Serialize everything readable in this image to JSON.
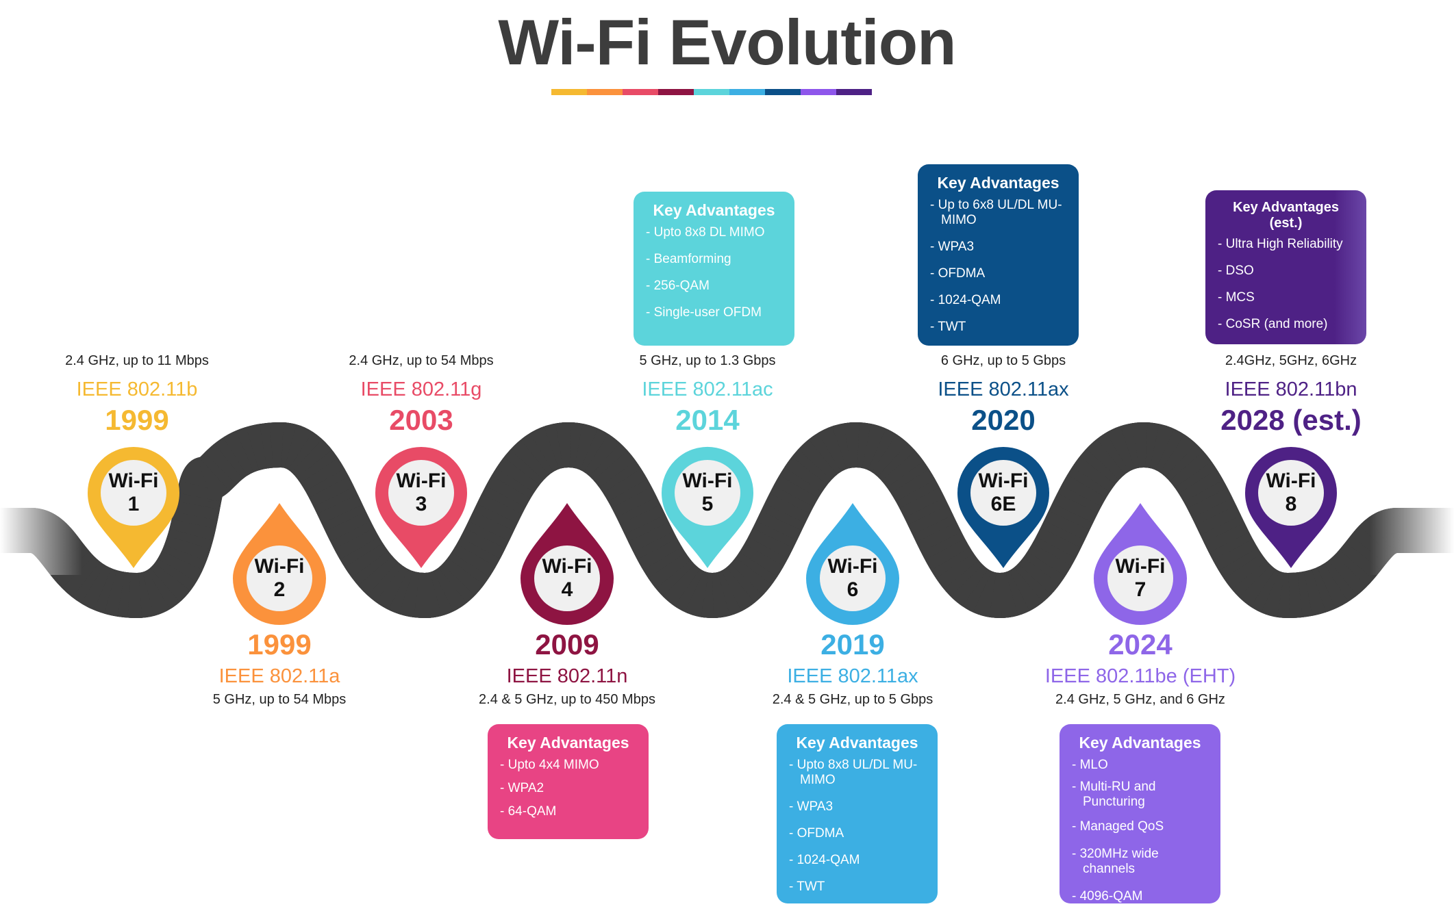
{
  "title": "Wi-Fi Evolution",
  "color_bar": [
    "#F5B931",
    "#FB923C",
    "#E84B66",
    "#8E1442",
    "#5CD4DB",
    "#3CAFE3",
    "#0B5088",
    "#8E56EB",
    "#4E2185"
  ],
  "generations": [
    {
      "pin_line1": "Wi-Fi",
      "pin_line2": "1",
      "year": "1999",
      "ieee": "IEEE 802.11b",
      "spec": "2.4 GHz, up to 11 Mbps",
      "color": "#F5B931",
      "position": "top"
    },
    {
      "pin_line1": "Wi-Fi",
      "pin_line2": "2",
      "year": "1999",
      "ieee": "IEEE 802.11a",
      "spec": "5 GHz, up to 54 Mbps",
      "color": "#FB923C",
      "position": "bottom"
    },
    {
      "pin_line1": "Wi-Fi",
      "pin_line2": "3",
      "year": "2003",
      "ieee": "IEEE 802.11g",
      "spec": "2.4 GHz, up to 54 Mbps",
      "color": "#E84B66",
      "position": "top"
    },
    {
      "pin_line1": "Wi-Fi",
      "pin_line2": "4",
      "year": "2009",
      "ieee": "IEEE 802.11n",
      "spec": "2.4 & 5 GHz, up to 450 Mbps",
      "color": "#8E1442",
      "position": "bottom",
      "card": {
        "title": "Key Advantages",
        "color": "#E84484",
        "items": [
          "Upto 4x4 MIMO",
          "WPA2",
          "64-QAM"
        ]
      }
    },
    {
      "pin_line1": "Wi-Fi",
      "pin_line2": "5",
      "year": "2014",
      "ieee": "IEEE 802.11ac",
      "spec": "5 GHz, up to 1.3 Gbps",
      "color": "#5CD4DB",
      "position": "top",
      "card": {
        "title": "Key Advantages",
        "color": "#5CD4DB",
        "items": [
          "Upto 8x8 DL MIMO",
          "Beamforming",
          "256-QAM",
          "Single-user OFDM"
        ]
      }
    },
    {
      "pin_line1": "Wi-Fi",
      "pin_line2": "6",
      "year": "2019",
      "ieee": "IEEE 802.11ax",
      "spec": "2.4 & 5 GHz, up to 5 Gbps",
      "color": "#3CAFE3",
      "position": "bottom",
      "card": {
        "title": "Key Advantages",
        "color": "#3CAFE3",
        "items": [
          "Upto 8x8 UL/DL MU-MIMO",
          "WPA3",
          "OFDMA",
          "1024-QAM",
          "TWT"
        ]
      }
    },
    {
      "pin_line1": "Wi-Fi",
      "pin_line2": "6E",
      "year": "2020",
      "ieee": "IEEE 802.11ax",
      "spec": "6 GHz, up to 5 Gbps",
      "color": "#0B5088",
      "position": "top",
      "card": {
        "title": "Key Advantages",
        "color": "#0B5088",
        "items": [
          "Up to 6x8 UL/DL MU-MIMO",
          "WPA3",
          "OFDMA",
          "1024-QAM",
          "TWT"
        ]
      }
    },
    {
      "pin_line1": "Wi-Fi",
      "pin_line2": "7",
      "year": "2024",
      "ieee": "IEEE 802.11be (EHT)",
      "spec": "2.4 GHz, 5 GHz, and 6 GHz",
      "color": "#8E66E8",
      "position": "bottom",
      "card": {
        "title": "Key Advantages",
        "color": "#8E66E8",
        "items": [
          "MLO",
          "Multi-RU and Puncturing",
          "Managed QoS",
          "320MHz wide channels",
          "4096-QAM"
        ]
      }
    },
    {
      "pin_line1": "Wi-Fi",
      "pin_line2": "8",
      "year": "2028 (est.)",
      "ieee": "IEEE 802.11bn",
      "spec": "2.4GHz, 5GHz, 6GHz",
      "color": "#4E2185",
      "position": "top",
      "card": {
        "title": "Key Advantages (est.)",
        "color": "#4E2185",
        "items": [
          "Ultra High Reliability",
          "DSO",
          "MCS",
          "CoSR (and more)"
        ]
      }
    }
  ]
}
